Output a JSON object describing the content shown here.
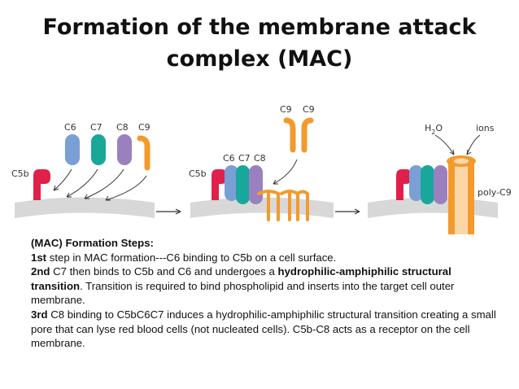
{
  "title": {
    "line1": "Formation of the membrane attack",
    "line2": "complex (MAC)"
  },
  "colors": {
    "c5b": "#e0204a",
    "c6": "#7a9fd4",
    "c7": "#19a79a",
    "c8": "#9b80c0",
    "c9": "#f39a2e",
    "membrane": "#d8d8d8"
  },
  "diagram": {
    "panel1": {
      "c6": "C6",
      "c7": "C7",
      "c8": "C8",
      "c9": "C9",
      "c5b": "C5b"
    },
    "panel2": {
      "c9_a": "C9",
      "c9_b": "C9",
      "c6": "C6",
      "c7": "C7",
      "c8": "C8",
      "c5b": "C5b"
    },
    "panel3": {
      "h2o_base": "H",
      "h2o_sub": "2",
      "h2o_end": "O",
      "ions": "ions",
      "polyc9": "poly-C9"
    }
  },
  "steps": {
    "heading": "(MAC) Formation Steps:",
    "s1_num": "1st",
    "s1_text": " step in MAC formation---C6 binding to C5b on a cell surface.",
    "s2_num": "2nd",
    "s2_text_a": "  C7 then binds to C5b and C6 and undergoes a ",
    "s2_bold": "hydrophilic-amphiphilic structural transition",
    "s2_text_b": ".  Transition is required to bind phospholipid and inserts into the target cell outer membrane.",
    "s3_num": "3rd",
    "s3_text": "  C8 binding to C5bC6C7 induces a hydrophilic-amphiphilic structural transition creating a small pore that can lyse red blood cells (not nucleated cells).  C5b-C8 acts as a receptor on the cell membrane."
  }
}
